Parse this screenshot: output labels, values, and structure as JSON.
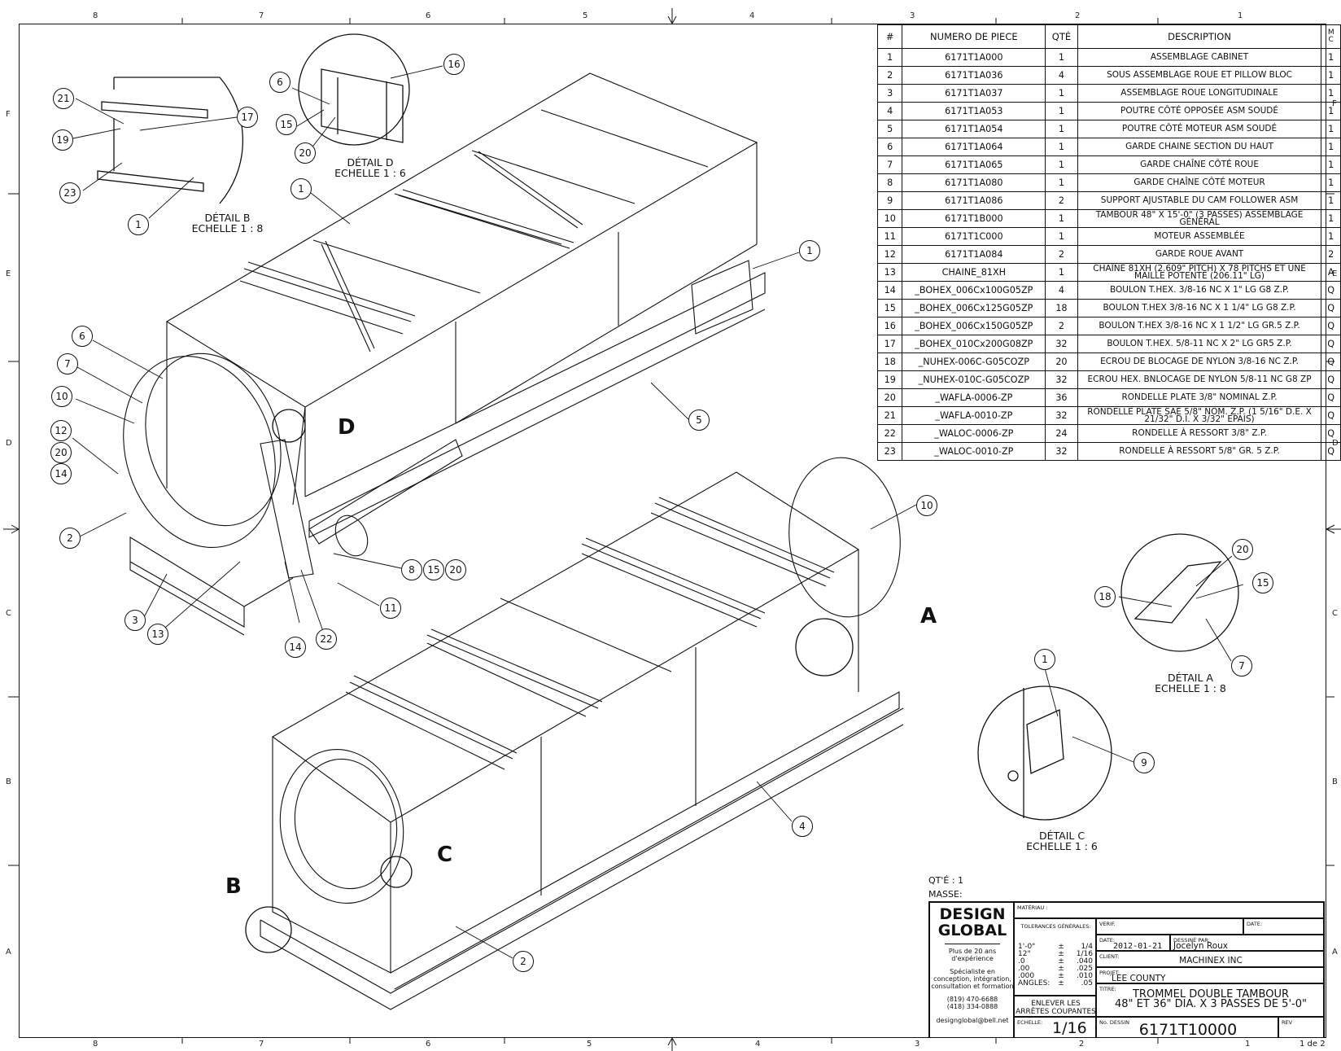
{
  "zones": {
    "top": [
      "8",
      "7",
      "6",
      "5",
      "4",
      "3",
      "2",
      "1"
    ],
    "bottom": [
      "8",
      "7",
      "6",
      "5",
      "4",
      "3",
      "2",
      "1"
    ],
    "left": [
      "F",
      "E",
      "D",
      "C",
      "B",
      "A"
    ],
    "right": [
      "F",
      "E",
      "D",
      "C",
      "B",
      "A"
    ]
  },
  "bom": {
    "headers": {
      "num": "#",
      "part": "NUMERO DE PIECE",
      "qty": "QTÉ",
      "desc": "DESCRIPTION",
      "mc": "M C"
    },
    "rows": [
      {
        "n": "1",
        "part": "6171T1A000",
        "qty": "1",
        "desc": "ASSEMBLAGE CABINET",
        "mc": "1"
      },
      {
        "n": "2",
        "part": "6171T1A036",
        "qty": "4",
        "desc": "SOUS ASSEMBLAGE ROUE ET PILLOW BLOC",
        "mc": "1"
      },
      {
        "n": "3",
        "part": "6171T1A037",
        "qty": "1",
        "desc": "ASSEMBLAGE ROUE LONGITUDINALE",
        "mc": "1"
      },
      {
        "n": "4",
        "part": "6171T1A053",
        "qty": "1",
        "desc": "POUTRE CÔTÉ OPPOSÉE ASM SOUDÉ",
        "mc": "1"
      },
      {
        "n": "5",
        "part": "6171T1A054",
        "qty": "1",
        "desc": "POUTRE CÔTÉ MOTEUR ASM SOUDÉ",
        "mc": "1"
      },
      {
        "n": "6",
        "part": "6171T1A064",
        "qty": "1",
        "desc": "GARDE CHAINE SECTION DU HAUT",
        "mc": "1"
      },
      {
        "n": "7",
        "part": "6171T1A065",
        "qty": "1",
        "desc": "GARDE CHAÎNE CÔTÉ ROUE",
        "mc": "1"
      },
      {
        "n": "8",
        "part": "6171T1A080",
        "qty": "1",
        "desc": "GARDE CHAÎNE CÔTÉ MOTEUR",
        "mc": "1"
      },
      {
        "n": "9",
        "part": "6171T1A086",
        "qty": "2",
        "desc": "SUPPORT AJUSTABLE DU CAM FOLLOWER ASM",
        "mc": "1"
      },
      {
        "n": "10",
        "part": "6171T1B000",
        "qty": "1",
        "desc": "TAMBOUR 48\" X 15'-0\" (3 PASSES) ASSEMBLAGE GÉNÉRAL",
        "mc": "1"
      },
      {
        "n": "11",
        "part": "6171T1C000",
        "qty": "1",
        "desc": "MOTEUR ASSEMBLÉE",
        "mc": "1"
      },
      {
        "n": "12",
        "part": "6171T1A084",
        "qty": "2",
        "desc": "GARDE ROUE AVANT",
        "mc": "2"
      },
      {
        "n": "13",
        "part": "CHAINE_81XH",
        "qty": "1",
        "desc": "CHAÎNE 81XH (2.609\" PITCH) X 78 PITCHS ET UNE MAILLE POTENTE (206.11\" LG)",
        "mc": "A"
      },
      {
        "n": "14",
        "part": "_BOHEX_006Cx100G05ZP",
        "qty": "4",
        "desc": "BOULON T.HEX. 3/8-16 NC X 1\" LG G8 Z.P.",
        "mc": "Q"
      },
      {
        "n": "15",
        "part": "_BOHEX_006Cx125G05ZP",
        "qty": "18",
        "desc": "BOULON T.HEX 3/8-16 NC X 1 1/4\" LG G8 Z.P.",
        "mc": "Q"
      },
      {
        "n": "16",
        "part": "_BOHEX_006Cx150G05ZP",
        "qty": "2",
        "desc": "BOULON T.HEX 3/8-16 NC X 1 1/2\" LG GR.5 Z.P.",
        "mc": "Q"
      },
      {
        "n": "17",
        "part": "_BOHEX_010Cx200G08ZP",
        "qty": "32",
        "desc": "BOULON T.HEX. 5/8-11 NC X 2\" LG GR5 Z.P.",
        "mc": "Q"
      },
      {
        "n": "18",
        "part": "_NUHEX-006C-G05COZP",
        "qty": "20",
        "desc": "ECROU DE BLOCAGE DE NYLON 3/8-16 NC Z.P.",
        "mc": "Q"
      },
      {
        "n": "19",
        "part": "_NUHEX-010C-G05COZP",
        "qty": "32",
        "desc": "ECROU HEX. BNLOCAGE DE NYLON 5/8-11 NC G8 ZP",
        "mc": "Q"
      },
      {
        "n": "20",
        "part": "_WAFLA-0006-ZP",
        "qty": "36",
        "desc": "RONDELLE PLATE 3/8\" NOMINAL Z.P.",
        "mc": "Q"
      },
      {
        "n": "21",
        "part": "_WAFLA-0010-ZP",
        "qty": "32",
        "desc": "RONDELLE PLATE SAE 5/8\" NOM. Z.P. (1 5/16\" D.E. X 21/32\" D.I. X 3/32\" EPAIS)",
        "mc": "Q"
      },
      {
        "n": "22",
        "part": "_WALOC-0006-ZP",
        "qty": "24",
        "desc": "RONDELLE À RESSORT 3/8\" Z.P.",
        "mc": "Q"
      },
      {
        "n": "23",
        "part": "_WALOC-0010-ZP",
        "qty": "32",
        "desc": "RONDELLE À RESSORT 5/8\" GR. 5 Z.P.",
        "mc": "Q"
      }
    ]
  },
  "details": {
    "b": {
      "title": "DÉTAIL B",
      "scale": "ECHELLE 1 : 8"
    },
    "d": {
      "title": "DÉTAIL D",
      "scale": "ECHELLE 1 : 6"
    },
    "a": {
      "title": "DÉTAIL A",
      "scale": "ECHELLE 1 : 8"
    },
    "c": {
      "title": "DÉTAIL C",
      "scale": "ECHELLE 1 : 6"
    }
  },
  "view_labels": {
    "a": "A",
    "b": "B",
    "c": "C",
    "d": "D"
  },
  "balloons": {
    "b21": "21",
    "b19": "19",
    "b17": "17",
    "b23": "23",
    "b1b": "1",
    "d6": "6",
    "d15": "15",
    "d20": "20",
    "d16": "16",
    "u1a": "1",
    "u1b": "1",
    "u6": "6",
    "u7": "7",
    "u10": "10",
    "u12": "12",
    "u20": "20",
    "u14a": "14",
    "u2": "2",
    "u3": "3",
    "u13": "13",
    "u14b": "14",
    "u22": "22",
    "u11": "11",
    "u8": "8",
    "u15": "15",
    "u20b": "20",
    "u5": "5",
    "l10": "10",
    "l4": "4",
    "l2": "2",
    "a20": "20",
    "a15": "15",
    "a18": "18",
    "a7": "7",
    "c1": "1",
    "c9": "9"
  },
  "qty_mass": {
    "qty": "QT'É : 1",
    "mass": "MASSE:"
  },
  "title_block": {
    "company_line1": "DESIGN",
    "company_line2": "GLOBAL",
    "tagline1": "Plus de 20 ans",
    "tagline2": "d'expérience",
    "spec1": "Spécialiste en",
    "spec2": "conception, intégration,",
    "spec3": "consultation et formation",
    "phone1": "(819) 470-6688",
    "phone2": "(418) 334-0888",
    "email": "designglobal@bell.net",
    "materiau_label": "MATÉRIAU :",
    "tol_label": "TOLERANCES GÉNÉRALES:",
    "tol_rows": [
      {
        "a": "1'-0\"",
        "b": "±",
        "c": "1/4"
      },
      {
        "a": "12\"",
        "b": "±",
        "c": "1/16"
      },
      {
        "a": ".0",
        "b": "±",
        "c": ".040"
      },
      {
        "a": ".00",
        "b": "±",
        "c": ".025"
      },
      {
        "a": ".000",
        "b": "±",
        "c": ".010"
      },
      {
        "a": "ANGLES:",
        "b": "±",
        "c": ".05"
      }
    ],
    "edges1": "ENLEVER LES",
    "edges2": "ARRÊTES COUPANTES",
    "verif_label": "VERIF.",
    "date_label": "DATE:",
    "date_label2": "DATE:",
    "date_value": "2012-01-21",
    "drawn_label": "DESSINÉ PAR:",
    "drawn_value": "Jocelyn Roux",
    "client_label": "CLIENT:",
    "client_value": "MACHINEX INC",
    "project_label": "PROJET:",
    "project_value": "LEE COUNTY",
    "title_label": "TITRE:",
    "title_value1": "TROMMEL DOUBLE TAMBOUR",
    "title_value2": "48\" ET 36\" DIA. X 3 PASSES DE 5'-0\"",
    "scale_label": "ECHELLE:",
    "scale_value": "1/16",
    "drawing_label": "No. DESSIN",
    "drawing_value": "6171T10000",
    "rev_label": "REV",
    "sheet": "1 de 2"
  }
}
